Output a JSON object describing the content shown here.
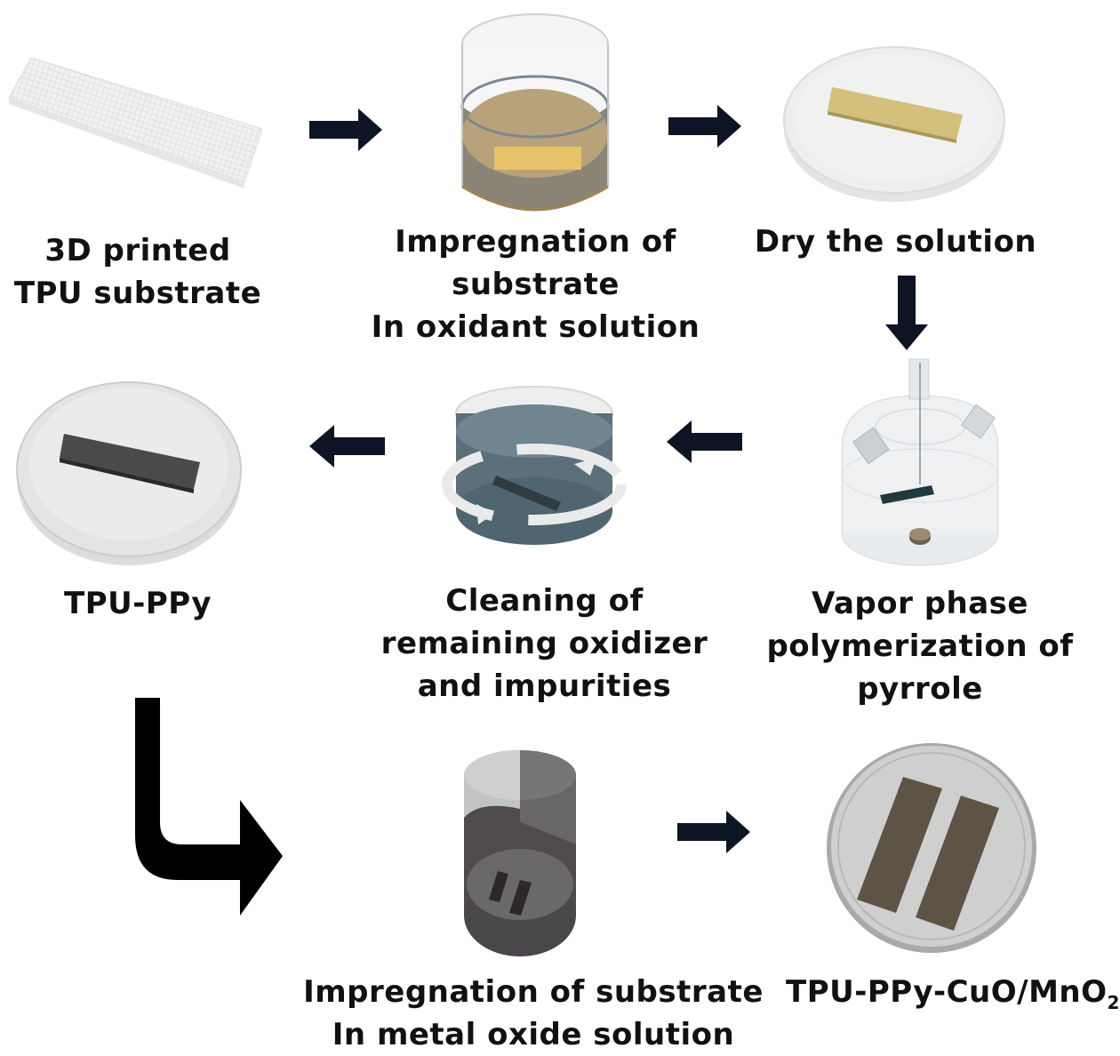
{
  "title": "Fabrication process of TPU-PPy-CuO/MnO2",
  "steps": [
    {
      "id": "substrate",
      "line1": "3D printed",
      "line2": "TPU substrate"
    },
    {
      "id": "oxidant",
      "line1": "Impregnation of",
      "line2": "substrate",
      "line3": "In oxidant solution"
    },
    {
      "id": "dry",
      "line1": "Dry the solution"
    },
    {
      "id": "vpp",
      "line1": "Vapor phase",
      "line2": "polymerization of",
      "line3": "pyrrole"
    },
    {
      "id": "cleaning",
      "line1": "Cleaning of",
      "line2": "remaining oxidizer",
      "line3": "and impurities"
    },
    {
      "id": "tpu_ppy",
      "line1": "TPU-PPy"
    },
    {
      "id": "metal_oxide",
      "line1": "Impregnation of substrate",
      "line2": "In metal oxide solution"
    },
    {
      "id": "final",
      "line1": "TPU-PPy-CuO/MnO",
      "subscript": "2"
    }
  ],
  "colors": {
    "arrow": "#0d1424",
    "oxidant_solution": "#b39b6a",
    "substrate_yellow": "#cdb56a",
    "ppy_dark": "#3d4a50",
    "cleaning_solution": "#4f6570",
    "metal_oxide_solution": "#4a474a",
    "final_strip": "#5e5446"
  }
}
